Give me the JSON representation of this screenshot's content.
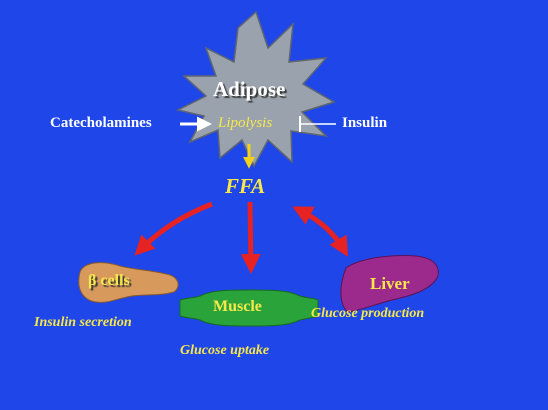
{
  "colors": {
    "background": "#1f46e8",
    "burst": "#9aa3ad",
    "yellow_text": "#f7e84a",
    "red_arrow": "#e62222",
    "yellow_arrow": "#f2d21b",
    "beta_cells": "#d89a5c",
    "muscle": "#2aa43a",
    "liver": "#9b2a8c"
  },
  "nodes": {
    "adipose": "Adipose",
    "catecholamines": "Catecholamines",
    "lipolysis": "Lipolysis",
    "insulin": "Insulin",
    "ffa": "FFA",
    "beta_cells": "β cells",
    "muscle": "Muscle",
    "liver": "Liver"
  },
  "effects": {
    "insulin_secretion": "Insulin secretion",
    "glucose_uptake": "Glucose uptake",
    "glucose_production": "Glucose production"
  },
  "icons": {
    "adipose_shape": "starburst-icon",
    "beta_cells_shape": "pancreas-icon",
    "muscle_shape": "muscle-icon",
    "liver_shape": "liver-icon"
  }
}
